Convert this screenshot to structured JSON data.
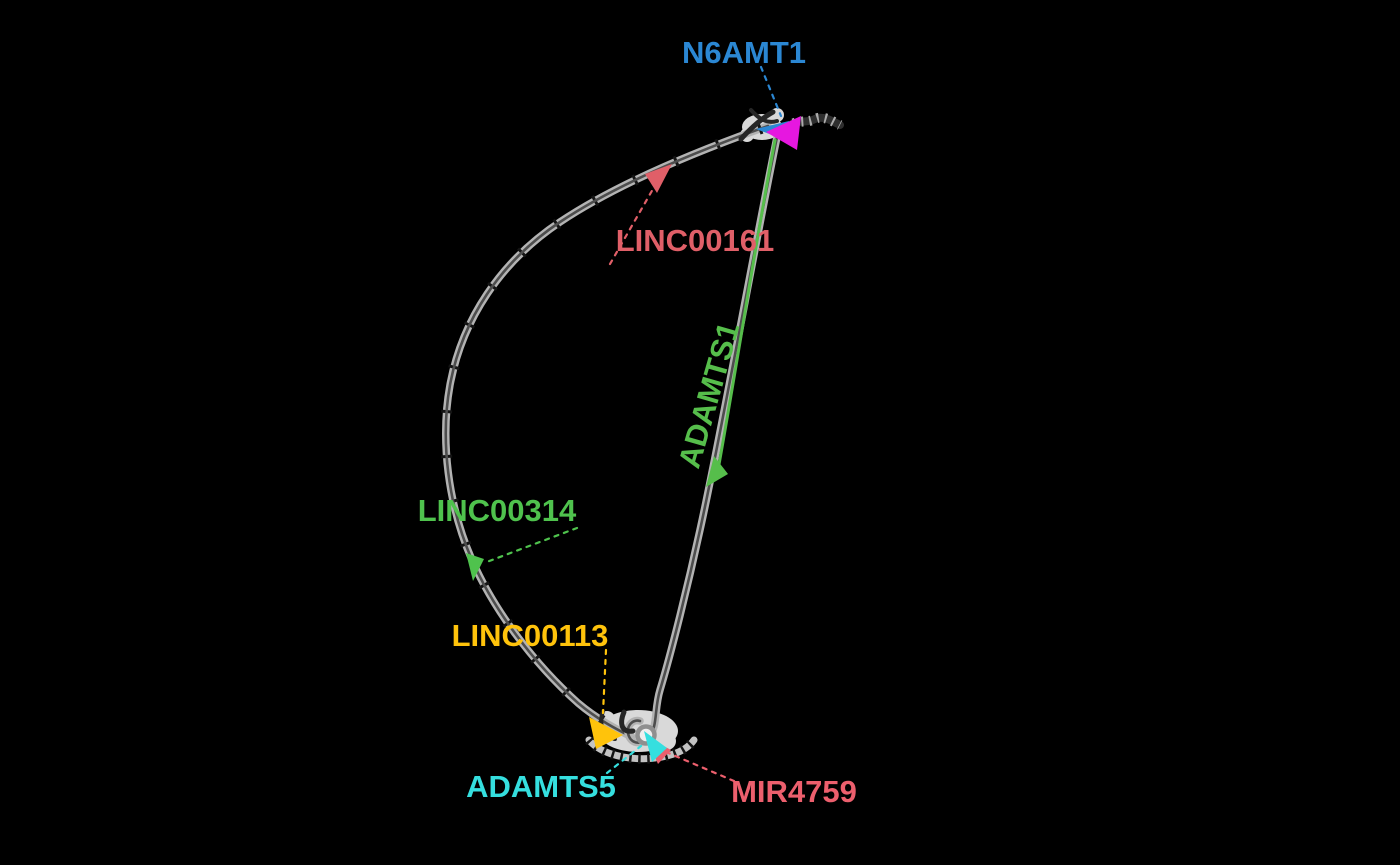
{
  "figure": {
    "kind": "genomic gene-neighborhood arc diagram",
    "background": "#000000"
  },
  "genes": [
    {
      "name": "N6AMT1",
      "color": "#2B87D3"
    },
    {
      "name": "LINC00161",
      "color": "#E05F68"
    },
    {
      "name": "ADAMTS1",
      "color": "#56BE4B"
    },
    {
      "name": "LINC00314",
      "color": "#4FC24D"
    },
    {
      "name": "LINC00113",
      "color": "#FFC30B"
    },
    {
      "name": "ADAMTS5",
      "color": "#35DFDF"
    },
    {
      "name": "MIR4759",
      "color": "#EC5F6D"
    }
  ],
  "markers": {
    "magenta_arrow": "#E617E0",
    "backbone_light": "#B3B3B3",
    "backbone_dark": "#4D4D4D",
    "tick_color": "#141414",
    "cluster_fill": "#D9D9D9",
    "dark_glyph": "#2E2E2E",
    "glyph_tick_light": "#ABABAB",
    "exon_band_light": "#C3C3C3",
    "hub_ring": "#8F8F8F",
    "hub_fill": "#EFEFEF"
  }
}
